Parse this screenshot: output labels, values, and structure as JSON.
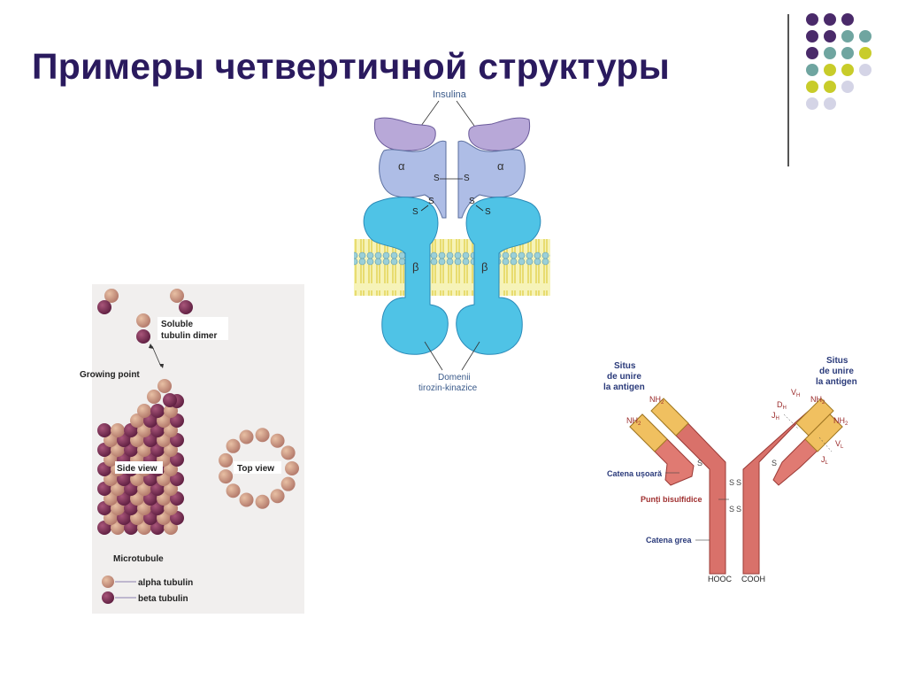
{
  "slide": {
    "title": "Примеры четвертичной структуры"
  },
  "colors": {
    "title": "#2a1a5e",
    "dot_purple": "#4a2a6a",
    "dot_teal": "#6fa5a0",
    "dot_olive": "#c8cc2a",
    "dot_lavender": "#d4d4e6"
  },
  "decor_dots": [
    [
      "purple",
      "purple",
      "purple",
      null
    ],
    [
      "purple",
      "purple",
      "teal",
      "teal"
    ],
    [
      "purple",
      "teal",
      "teal",
      "olive"
    ],
    [
      "teal",
      "olive",
      "olive",
      "lavender"
    ],
    [
      "olive",
      "olive",
      "lavender",
      null
    ],
    [
      "lavender",
      "lavender",
      null,
      null
    ]
  ],
  "insulin": {
    "top_label": "Insulina",
    "alpha": "α",
    "beta": "β",
    "ss": "S",
    "bottom_label_1": "Domenii",
    "bottom_label_2": "tirozin-kinazice"
  },
  "tubulin": {
    "soluble_1": "Soluble",
    "soluble_2": "tubulin dimer",
    "growing": "Growing point",
    "side": "Side view",
    "top": "Top view",
    "microtubule": "Microtubule",
    "alpha": "alpha tubulin",
    "beta": "beta tubulin"
  },
  "antibody": {
    "situs_l1": "Situs",
    "situs_l2": "de unire",
    "situs_l3": "la antigen",
    "situs_r1": "Situs",
    "situs_r2": "de unire",
    "situs_r3": "la antigen",
    "nh2": "NH",
    "sub2": "2",
    "light": "Catena ușoară",
    "bridges": "Punți bisulfidice",
    "heavy": "Catena grea",
    "hooc": "HOOC",
    "cooh": "COOH",
    "vh": "V",
    "dh": "D",
    "jh": "J",
    "vl": "V",
    "jl": "J",
    "sub_h": "H",
    "sub_l": "L",
    "ss": "S"
  }
}
